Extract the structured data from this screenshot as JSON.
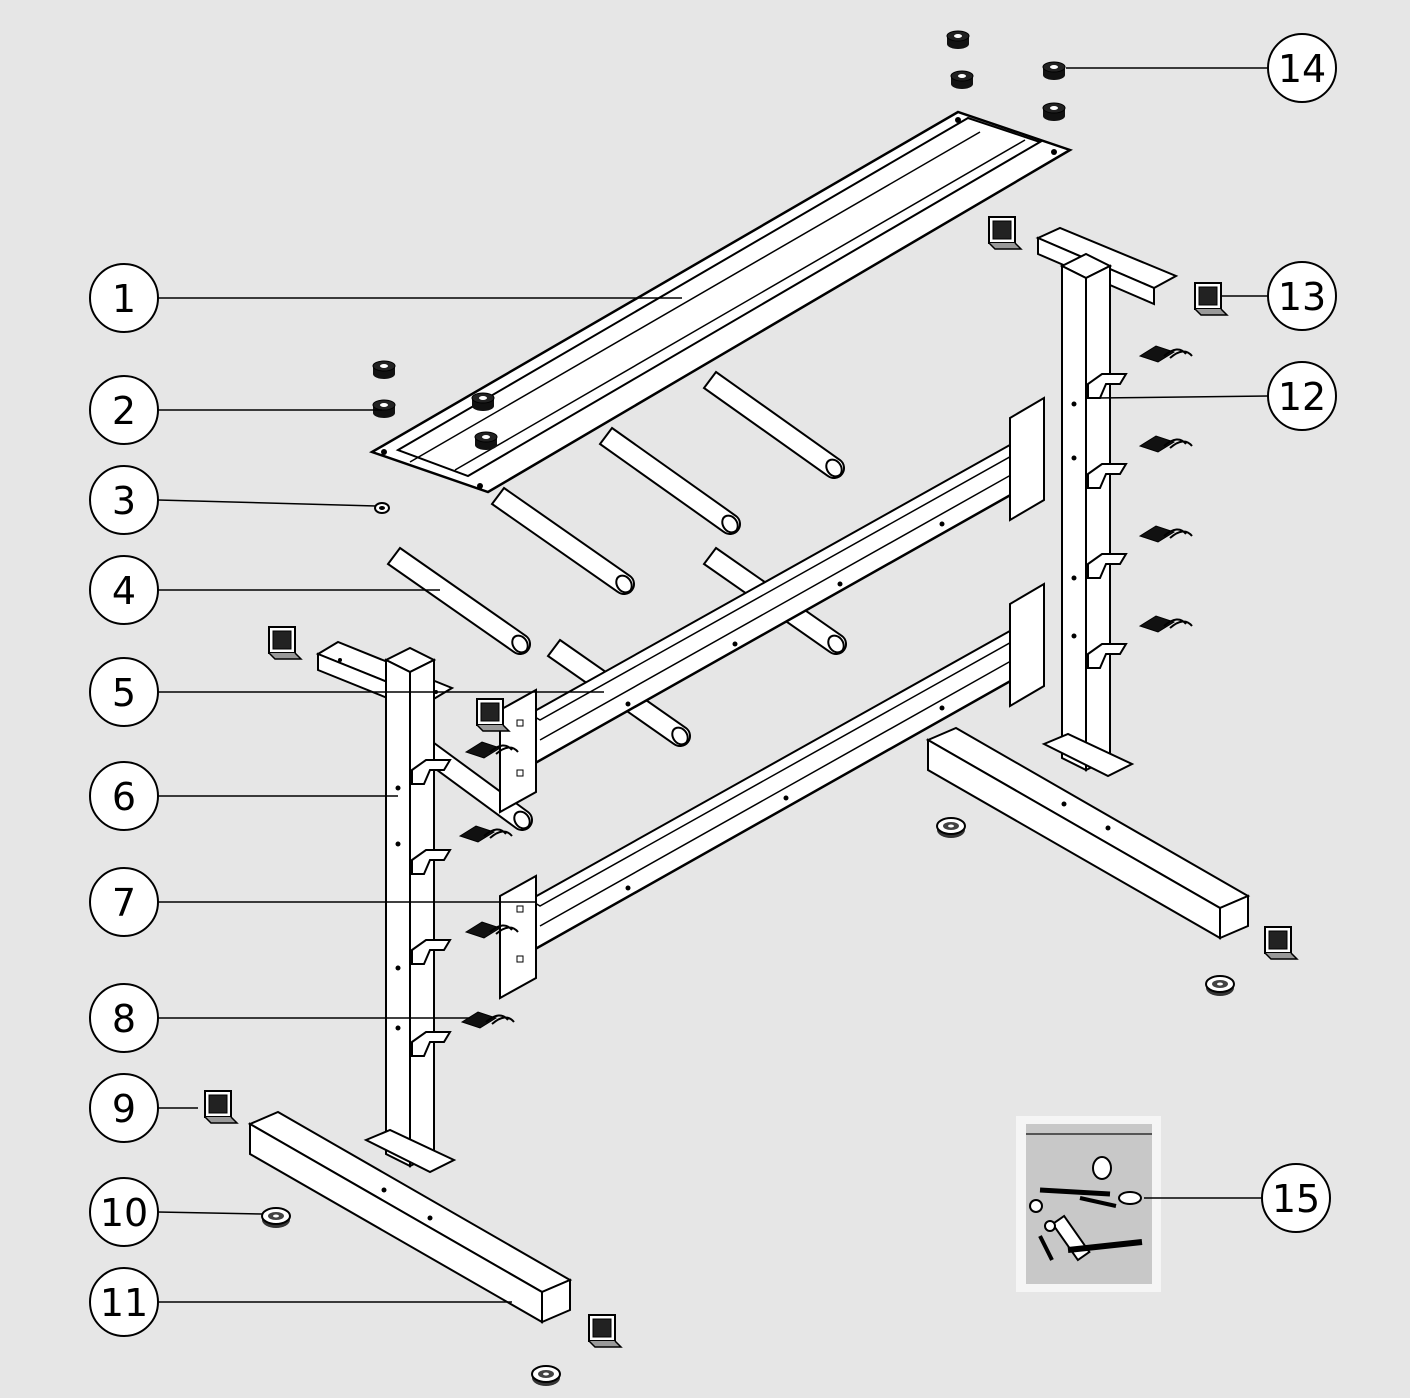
{
  "callouts": [
    {
      "id": "1",
      "label": "1"
    },
    {
      "id": "2",
      "label": "2"
    },
    {
      "id": "3",
      "label": "3"
    },
    {
      "id": "4",
      "label": "4"
    },
    {
      "id": "5",
      "label": "5"
    },
    {
      "id": "6",
      "label": "6"
    },
    {
      "id": "7",
      "label": "7"
    },
    {
      "id": "8",
      "label": "8"
    },
    {
      "id": "9",
      "label": "9"
    },
    {
      "id": "10",
      "label": "10"
    },
    {
      "id": "11",
      "label": "11"
    },
    {
      "id": "12",
      "label": "12"
    },
    {
      "id": "13",
      "label": "13"
    },
    {
      "id": "14",
      "label": "14"
    },
    {
      "id": "15",
      "label": "15"
    }
  ],
  "colors": {
    "background": "#e6e6e6",
    "part_fill": "#ffffff",
    "line": "#000000",
    "rubber": "#111111"
  }
}
